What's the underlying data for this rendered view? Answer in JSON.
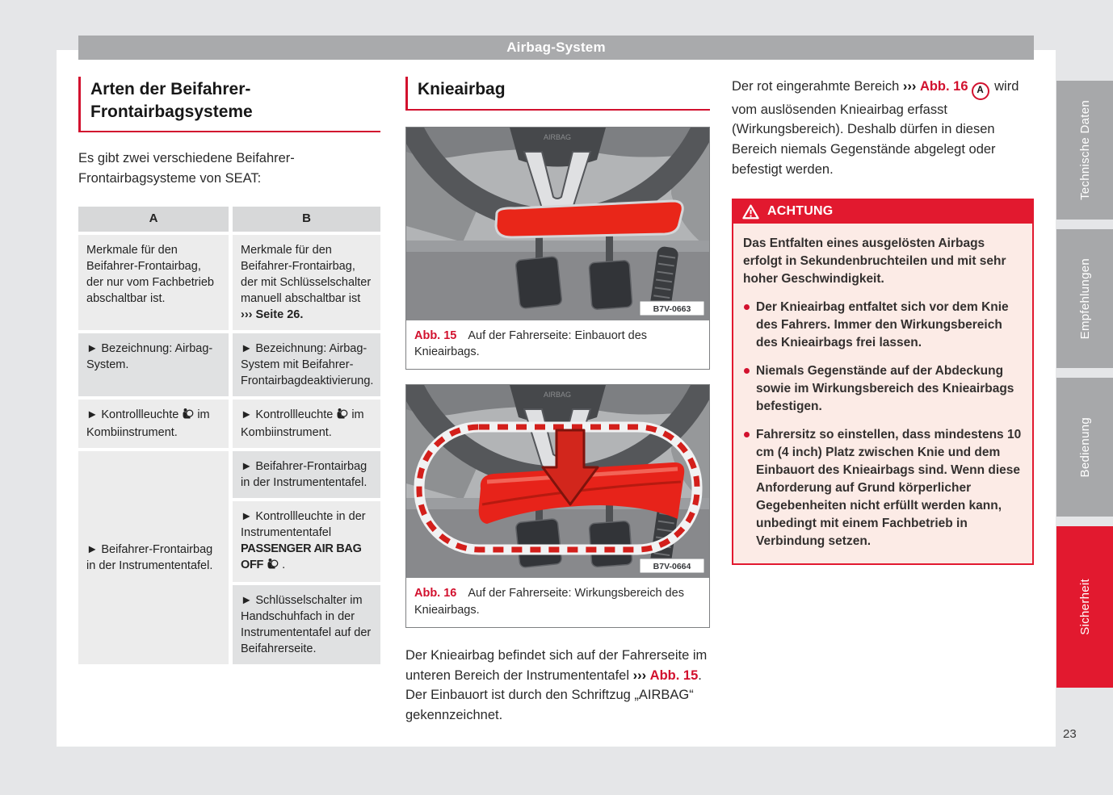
{
  "page": {
    "header_title": "Airbag-System",
    "page_number": "23"
  },
  "sidebar": {
    "tabs": [
      {
        "label": "Technische Daten",
        "active": false
      },
      {
        "label": "Empfehlungen",
        "active": false
      },
      {
        "label": "Bedienung",
        "active": false
      },
      {
        "label": "Sicherheit",
        "active": true
      }
    ]
  },
  "left_column": {
    "heading": "Arten der Beifahrer-Frontairbagsysteme",
    "intro": "Es gibt zwei verschiedene Beifahrer-Frontairbagsysteme von SEAT:",
    "table": {
      "header_a": "A",
      "header_b": "B",
      "r1a": "Merkmale für den Beifahrer-Frontairbag, der nur vom Fachbetrieb abschaltbar ist.",
      "r1b_pre": "Merkmale für den Beifahrer-Frontairbag, der mit Schlüsselschalter manuell abschaltbar ist ",
      "r1b_ref": "››› Seite 26.",
      "r2a": "► Bezeichnung: Airbag-System.",
      "r2b": "► Bezeichnung: Airbag-System mit Beifahrer-Frontairbagdeaktivierung.",
      "r3a_pre": "► Kontrollleuchte",
      "r3a_post": "im Kombiinstrument.",
      "r3b_pre": "► Kontrollleuchte",
      "r3b_post": "im Kombiinstrument.",
      "r4a": "► Beifahrer-Frontairbag in der Instrumententafel.",
      "r4b": "► Beifahrer-Frontairbag in der Instrumententafel.",
      "r5b_pre": "► Kontrollleuchte in der Instrumententafel ",
      "r5b_bold": "PASSENGER AIR BAG OFF",
      "r5b_post": ".",
      "r6b": "► Schlüsselschalter im Handschuhfach in der Instrumententafel auf der Beifahrerseite."
    }
  },
  "middle_column": {
    "heading": "Knieairbag",
    "fig15": {
      "label": "Abb. 15",
      "caption": "Auf der Fahrerseite: Einbauort des Knieairbags.",
      "code": "B7V-0663",
      "hub": "AIRBAG"
    },
    "fig16": {
      "label": "Abb. 16",
      "caption": "Auf der Fahrerseite: Wirkungsbereich des Knieairbags.",
      "code": "B7V-0664",
      "hub": "AIRBAG"
    },
    "para": {
      "t1": "Der Knieairbag befindet sich auf der Fahrerseite im unteren Bereich der Instrumententafel ",
      "arrows": "›››",
      "ref": "Abb. 15",
      "t2": ". Der Einbauort ist durch den Schriftzug „AIRBAG“ gekennzeichnet."
    }
  },
  "right_column": {
    "para": {
      "t1": "Der rot eingerahmte Bereich ",
      "arrows": "›››",
      "ref": "Abb. 16",
      "marker": "A",
      "t2": " wird vom auslösenden Knieairbag erfasst (Wirkungsbereich). Deshalb dürfen in diesen Bereich niemals Gegenstände abgelegt oder befestigt werden."
    },
    "warning": {
      "title": "ACHTUNG",
      "lead": "Das Entfalten eines ausgelösten Airbags erfolgt in Sekundenbruchteilen und mit sehr hoher Geschwindigkeit.",
      "bullets": [
        "Der Knieairbag entfaltet sich vor dem Knie des Fahrers. Immer den Wirkungsbereich des Knieairbags frei lassen.",
        "Niemals Gegenstände auf der Abdeckung sowie im Wirkungsbereich des Knieairbags befestigen.",
        "Fahrersitz so einstellen, dass mindestens 10 cm (4 inch) Platz zwischen Knie und dem Einbauort des Knieairbags sind. Wenn diese Anforderung auf Grund körperlicher Gegebenheiten nicht erfüllt werden kann, unbedingt mit einem Fachbetrieb in Verbindung setzen."
      ]
    }
  },
  "colors": {
    "accent_red": "#e2192f",
    "red_text": "#d2112e",
    "warning_body_bg": "#fcebe6",
    "tab_gray": "#a7a8aa",
    "header_bar_gray": "#a9aaac",
    "table_header_bg": "#d7d8d9",
    "table_row_light": "#ececec",
    "table_row_dark": "#e0e1e2"
  }
}
